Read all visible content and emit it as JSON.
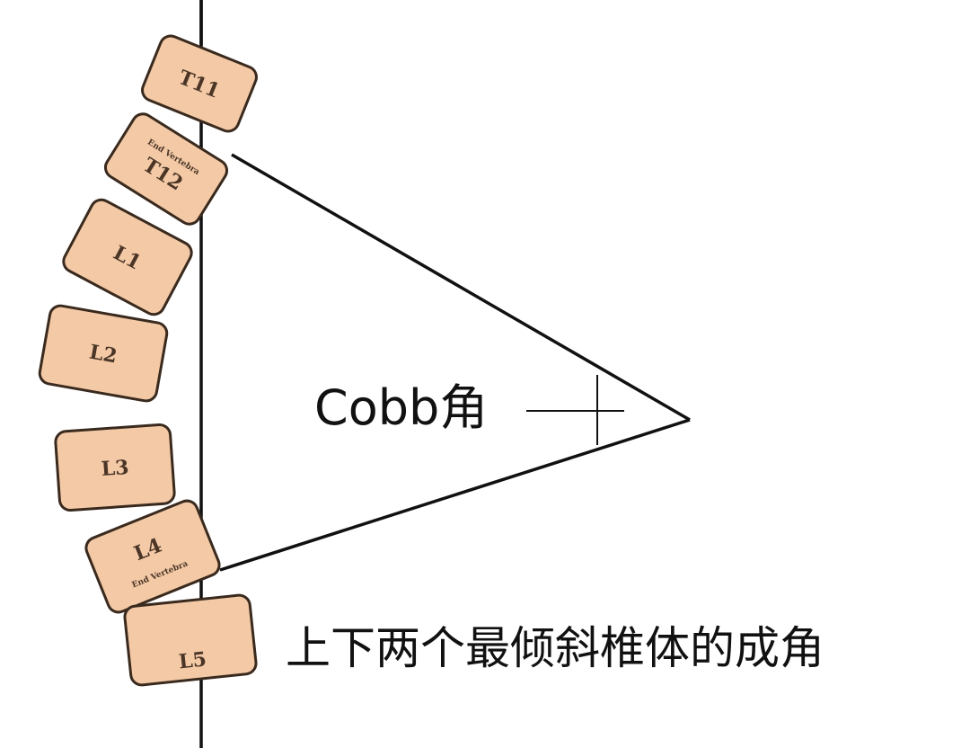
{
  "vertebrae": [
    {
      "id": "t11",
      "label": "T11"
    },
    {
      "id": "t12",
      "label": "T12",
      "end_label": "End Vertebra"
    },
    {
      "id": "l1",
      "label": "L1"
    },
    {
      "id": "l2",
      "label": "L2"
    },
    {
      "id": "l3",
      "label": "L3"
    },
    {
      "id": "l4",
      "label": "L4",
      "end_label": "End Vertebra"
    },
    {
      "id": "l5",
      "label": "L5"
    }
  ],
  "cobb_label": "Cobb角",
  "caption": "上下两个最倾斜椎体的成角",
  "colors": {
    "vertebra_fill": "#f3c9a6",
    "vertebra_stroke": "#3a2a1e",
    "line": "#111111",
    "background": "#ffffff"
  }
}
